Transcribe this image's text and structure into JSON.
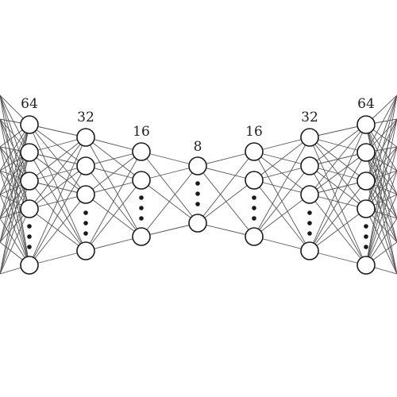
{
  "layers": [
    {
      "label": "64"
    },
    {
      "label": "32"
    },
    {
      "label": "16"
    },
    {
      "label": "8"
    },
    {
      "label": "16"
    },
    {
      "label": "32"
    },
    {
      "label": "64"
    }
  ],
  "colors": {
    "node_stroke": "#1a1a1a",
    "node_fill": "#ffffff",
    "edge": "#555555",
    "text": "#222222"
  }
}
